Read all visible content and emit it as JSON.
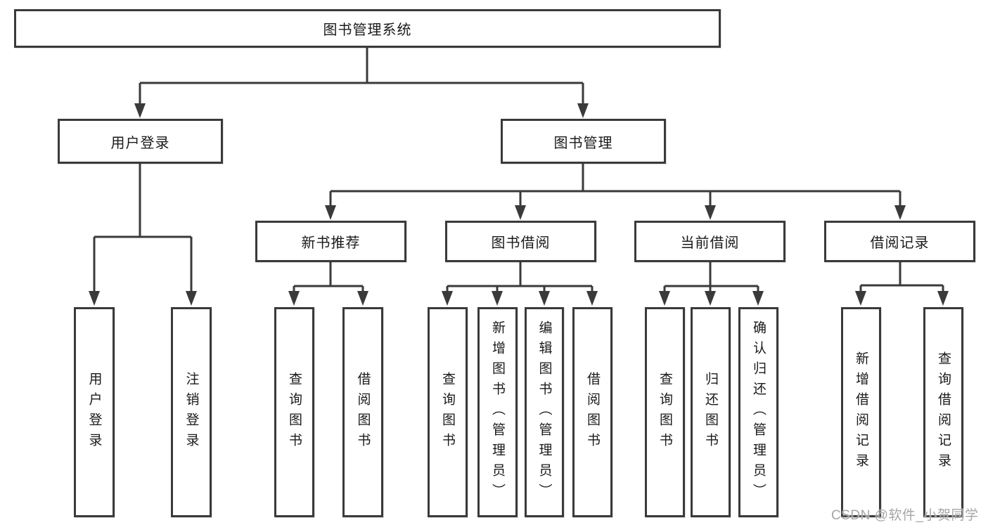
{
  "diagram": {
    "root": {
      "label": "图书管理系统"
    },
    "level1": [
      {
        "label": "用户登录"
      },
      {
        "label": "图书管理"
      }
    ],
    "level2": [
      {
        "label": "新书推荐"
      },
      {
        "label": "图书借阅"
      },
      {
        "label": "当前借阅"
      },
      {
        "label": "借阅记录"
      }
    ],
    "leaves": [
      {
        "label": "用户登录"
      },
      {
        "label": "注销登录"
      },
      {
        "label": "查询图书"
      },
      {
        "label": "借阅图书"
      },
      {
        "label": "查询图书"
      },
      {
        "label": "新增图书（管理员）"
      },
      {
        "label": "编辑图书（管理员）"
      },
      {
        "label": "借阅图书"
      },
      {
        "label": "查询图书"
      },
      {
        "label": "归还图书"
      },
      {
        "label": "确认归还（管理员）"
      },
      {
        "label": "新增借阅记录"
      },
      {
        "label": "查询借阅记录"
      }
    ]
  },
  "watermark": {
    "text": "CSDN @软件_小贺同学"
  },
  "colors": {
    "line": "#3a3a3a",
    "text": "#1a1a1a",
    "watermark": "#a6a6a6",
    "bg": "#ffffff"
  }
}
